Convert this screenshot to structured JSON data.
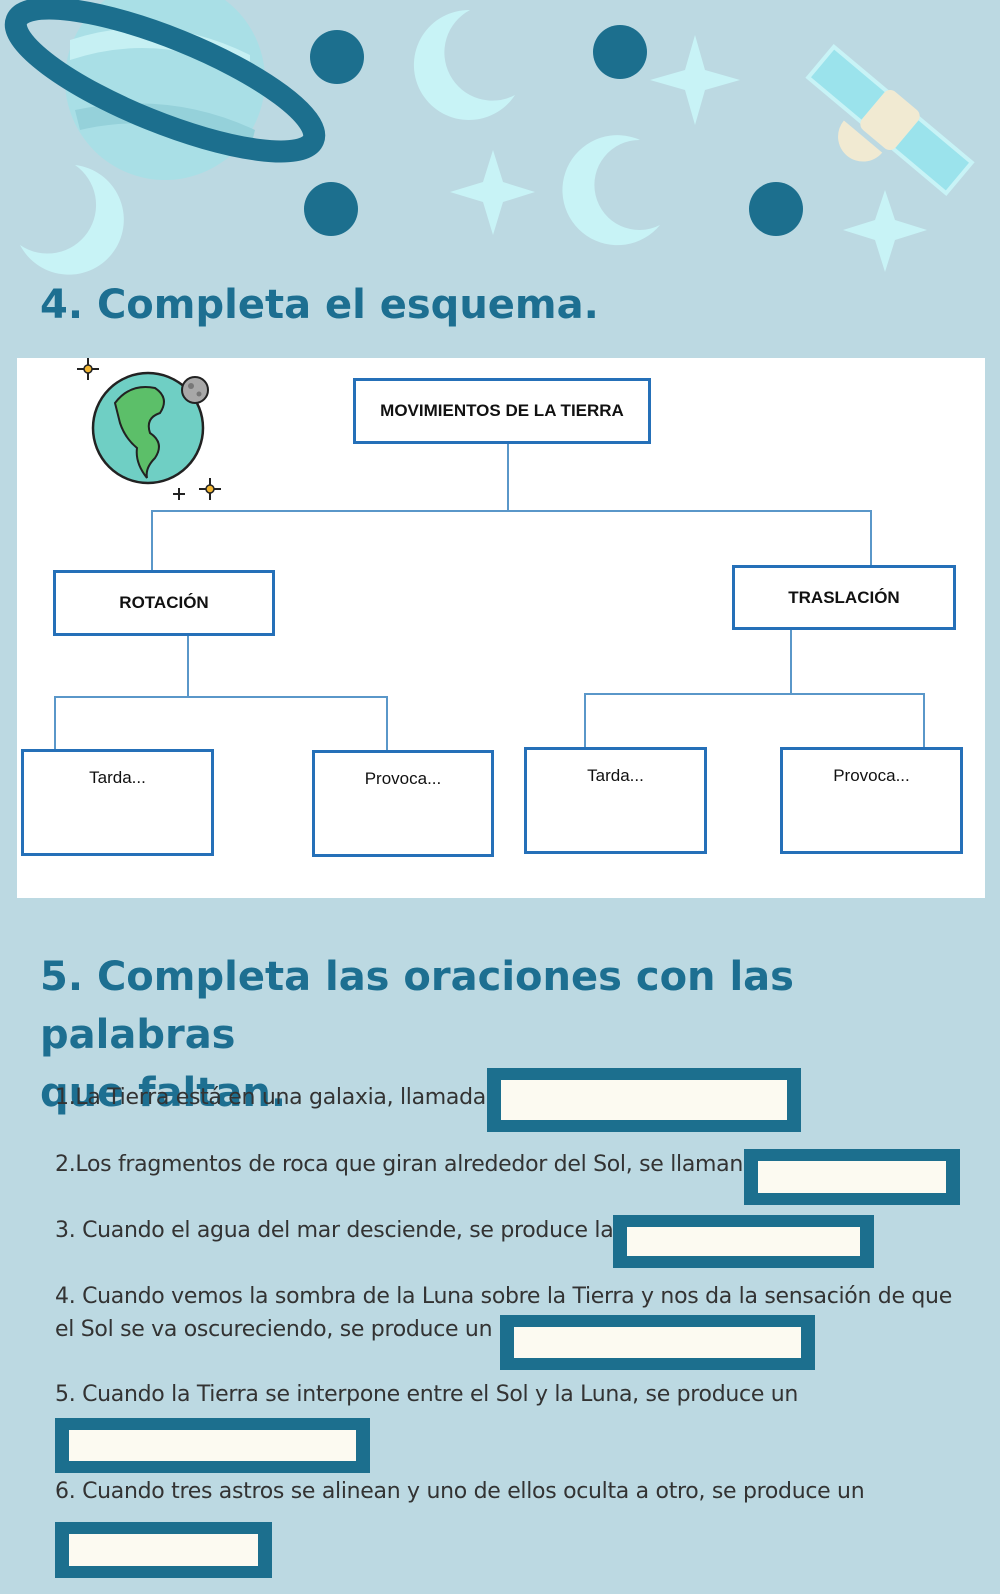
{
  "section4": {
    "heading": "4. Completa el esquema.",
    "diagram": {
      "root": "MOVIMIENTOS DE LA TIERRA",
      "branches": [
        {
          "label": "ROTACIÓN",
          "leaves": [
            "Tarda...",
            "Provoca..."
          ]
        },
        {
          "label": "TRASLACIÓN",
          "leaves": [
            "Tarda...",
            "Provoca..."
          ]
        }
      ]
    }
  },
  "section5": {
    "heading_line1": "5. Completa las oraciones con las palabras",
    "heading_line2": "que faltan.",
    "sentences": [
      {
        "text": "1.La Tierra está en una galaxia, llamada",
        "answer": ""
      },
      {
        "text": "2.Los fragmentos de roca que giran alrededor del Sol, se llaman",
        "answer": ""
      },
      {
        "text": "3. Cuando el agua del mar desciende, se produce la",
        "answer": ""
      },
      {
        "text_line1": "4. Cuando vemos la sombra de la Luna sobre la Tierra y nos da la sensación de que",
        "text_line2": "el Sol se va oscureciendo, se produce un",
        "answer": ""
      },
      {
        "text": "5. Cuando la Tierra se interpone entre el Sol y la Luna, se produce un",
        "answer": ""
      },
      {
        "text": "6. Cuando tres astros se alinean y uno de ellos oculta a otro, se produce un",
        "answer": ""
      }
    ]
  },
  "colors": {
    "background": "#bcd9e2",
    "accent_dark": "#1d6f91",
    "box_border": "#2570b8",
    "decor_light": "#c8f3f6"
  },
  "icons": [
    "planet-icon",
    "moon-icon",
    "star-icon",
    "satellite-icon",
    "earth-icon",
    "sparkle-icon"
  ]
}
